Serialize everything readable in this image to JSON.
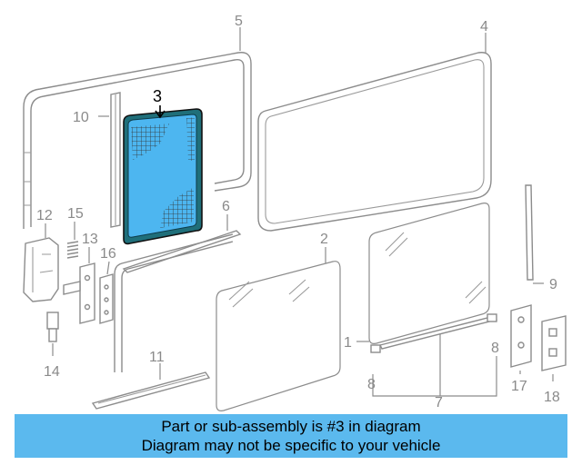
{
  "diagram": {
    "highlight_color": "#4db6f0",
    "highlight_part": "3",
    "callouts": {
      "c1": "1",
      "c2": "2",
      "c3": "3",
      "c4": "4",
      "c5": "5",
      "c6": "6",
      "c7": "7",
      "c8a": "8",
      "c8b": "8",
      "c9": "9",
      "c10": "10",
      "c11": "11",
      "c12": "12",
      "c13": "13",
      "c14": "14",
      "c15": "15",
      "c16": "16",
      "c17": "17",
      "c18": "18"
    }
  },
  "banner": {
    "line1": "Part or sub-assembly is #3 in diagram",
    "line2": "Diagram may not be specific to your vehicle",
    "color": "#5bb9ee"
  }
}
